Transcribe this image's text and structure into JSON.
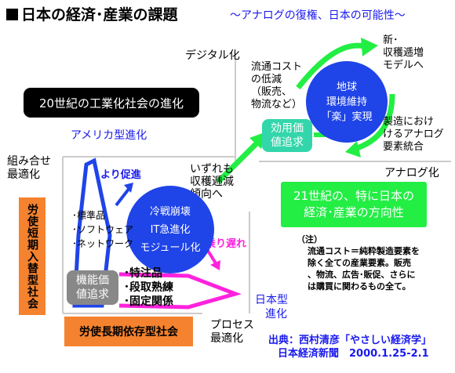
{
  "title": "日本の経済･産業の課題",
  "subtitle": "〜アナログの復権、日本の可能性〜",
  "labels": {
    "digital": "デジタル化",
    "analog": "アナログ化",
    "america": "アメリカ型進化",
    "japan_1": "日本型",
    "japan_2": "進化",
    "kumiawase_1": "組み合せ",
    "kumiawase_2": "最適化",
    "process_1": "プロセス",
    "process_2": "最適化",
    "yori_sokushin": "より促進",
    "nori_okure": "乗り遅れ",
    "izuremo_1": "いずれも",
    "izuremo_2": "収穫逓減",
    "izuremo_3": "傾向へ",
    "ryutsu_1": "流通コスト",
    "ryutsu_2": "の低減",
    "ryutsu_3": "（販売、",
    "ryutsu_4": "物流など）",
    "shin_1": "新･",
    "shin_2": "収穫逓増",
    "shin_3": "モデルへ",
    "seizou_1": "製造におけ",
    "seizou_2": "けるアナログ",
    "seizou_3": "要素統合"
  },
  "boxes": {
    "twentieth": "20世紀の工業化社会の進化",
    "twentyfirst_1": "21世紀の、特に日本の",
    "twentyfirst_2": "経済･産業の方向性",
    "kouyou_1": "効用価",
    "kouyou_2": "値追求",
    "kinou_1": "機能価",
    "kinou_2": "値追求",
    "roushi_tanki": "労使短期入替型社会",
    "roushi_chouki": "労使長期依存型社会"
  },
  "circle_small": [
    "冷戦崩壊",
    "IT急進化",
    "モジュール化"
  ],
  "circle_big": [
    "地球",
    "環境維持",
    "「楽」実現"
  ],
  "america_items": [
    "･標準品",
    "･ソフトウェア",
    "･ネットワーク"
  ],
  "japan_items": [
    "･特注品",
    "･段取熟練",
    "･固定関係"
  ],
  "note": {
    "head": "（注）",
    "lines": [
      "流通コスト＝純粋製造要素を",
      "除く全ての産業要素。販売",
      "、物流、広告･販促、さらに",
      "は購買に関わるもの全て。"
    ]
  },
  "source": {
    "line1": "出典：西村清彦「やさしい経済学」",
    "line2": "日本経済新聞　2000.1.25-2.1"
  },
  "colors": {
    "blue": "#1f44e8",
    "green": "#22ee44",
    "cyan": "#33d6aa",
    "orange": "#f5822e",
    "gray": "#888888",
    "magenta": "#ff22dd"
  }
}
